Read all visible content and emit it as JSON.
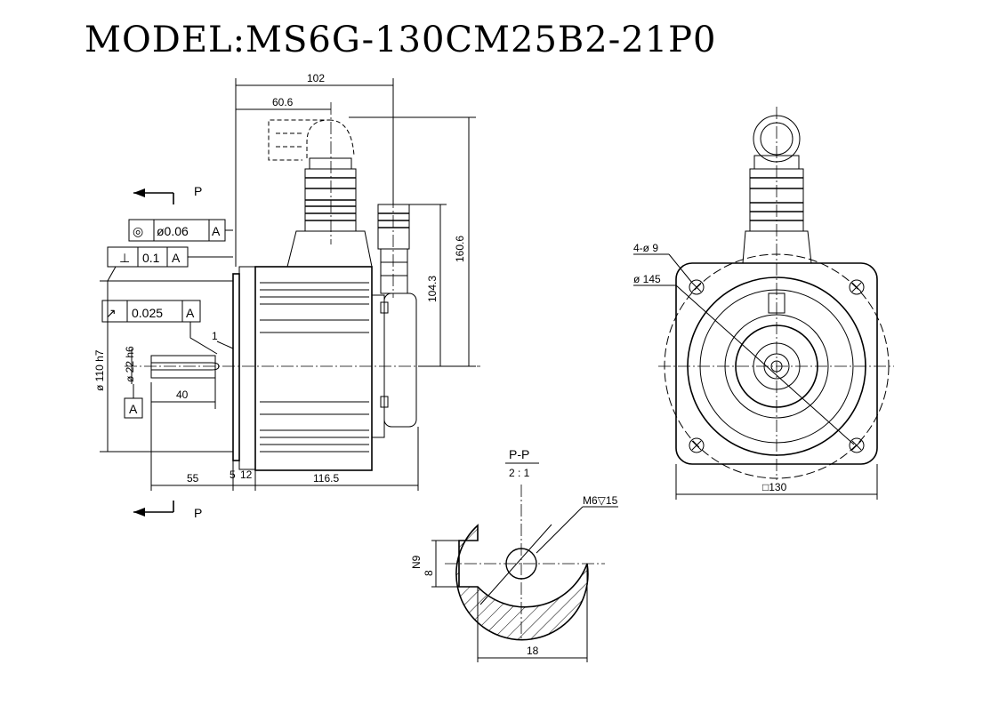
{
  "title": "MODEL:MS6G-130CM25B2-21P0",
  "dimensions": {
    "d102": "102",
    "d60_6": "60.6",
    "d160_6": "160.6",
    "d104_3": "104.3",
    "d40": "40",
    "d55": "55",
    "d5": "5",
    "d12": "12",
    "d116_5": "116.5",
    "d1": "1",
    "d110": "ø 110 h7",
    "d22": "ø 22 h6",
    "d4_9": "4-ø 9",
    "d145": "ø 145",
    "d130": "□130",
    "d18": "18",
    "dN9": "N9",
    "d8": "8",
    "dM6": "M6▽15"
  },
  "tolerances": {
    "concentricity": {
      "symbol": "◎",
      "value": "ø0.06",
      "datum": "A"
    },
    "perpendicularity": {
      "symbol": "⊥",
      "value": "0.1",
      "datum": "A"
    },
    "runout": {
      "symbol": "↗",
      "value": "0.025",
      "datum": "A"
    },
    "datum_label": "A"
  },
  "section": {
    "label": "P-P",
    "scale": "2 : 1",
    "marker": "P"
  }
}
